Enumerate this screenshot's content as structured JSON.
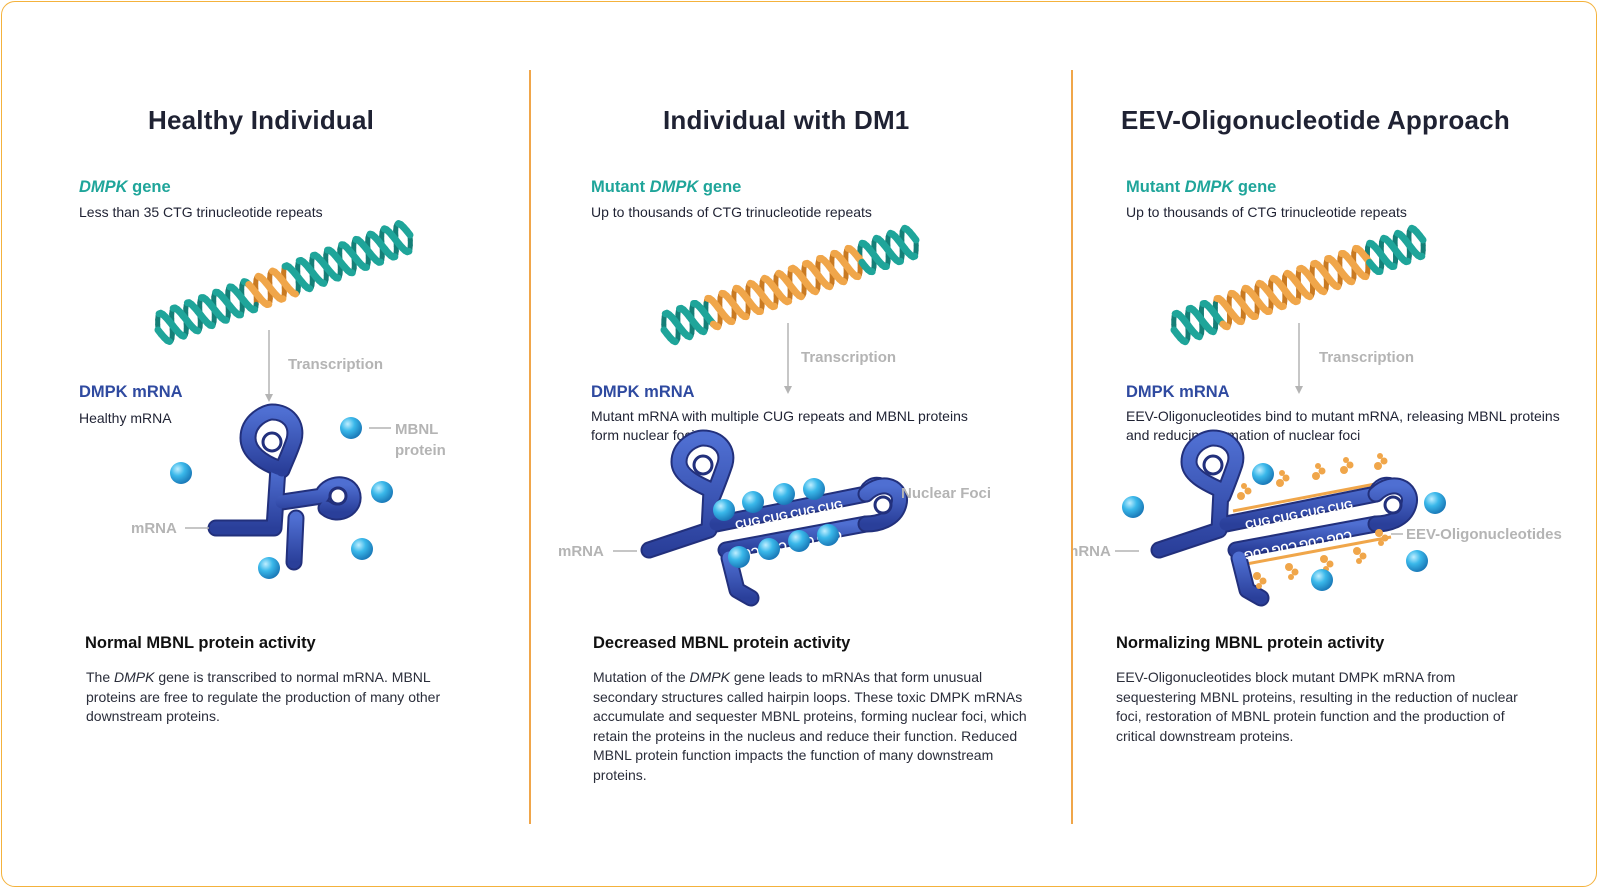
{
  "columns": [
    {
      "title": "Healthy Individual",
      "gene_heading": [
        "",
        "DMPK",
        " gene"
      ],
      "gene_subtext": "Less than 35 CTG trinucleotide repeats",
      "arrow_label": "Transcription",
      "mrna_heading": "DMPK mRNA",
      "mrna_subtext": "Healthy mRNA",
      "labels": {
        "mrna": "mRNA",
        "protein": "MBNL protein"
      },
      "activity_heading": "Normal MBNL protein activity",
      "activity_body": [
        "The ",
        "DMPK",
        " gene is transcribed to normal mRNA. MBNL proteins are free to regulate the production of many other downstream proteins."
      ]
    },
    {
      "title": "Individual with DM1",
      "gene_heading": [
        "Mutant ",
        "DMPK",
        " gene"
      ],
      "gene_subtext": "Up to thousands of CTG trinucleotide repeats",
      "arrow_label": "Transcription",
      "mrna_heading": "DMPK mRNA",
      "mrna_subtext": "Mutant mRNA with multiple CUG repeats and MBNL proteins form nuclear foci",
      "labels": {
        "mrna": "mRNA",
        "foci": "Nuclear Foci",
        "repeat": "CUG"
      },
      "activity_heading": "Decreased MBNL protein activity",
      "activity_body": [
        "Mutation of the ",
        "DMPK",
        " gene leads to mRNAs that form unusual secondary structures called hairpin loops. These toxic DMPK mRNAs accumulate and sequester MBNL proteins, forming nuclear foci, which retain the proteins in the nucleus and reduce their function. Reduced MBNL protein function impacts the function of many downstream proteins."
      ]
    },
    {
      "title": "EEV-Oligonucleotide Approach",
      "gene_heading": [
        "Mutant ",
        "DMPK",
        " gene"
      ],
      "gene_subtext": "Up to thousands of CTG trinucleotide repeats",
      "arrow_label": "Transcription",
      "mrna_heading": "DMPK mRNA",
      "mrna_subtext": "EEV-Oligonucleotides bind to mutant mRNA, releasing MBNL proteins and reducing formation of nuclear foci",
      "labels": {
        "mrna": "mRNA",
        "oligo": "EEV-Oligonucleotides",
        "repeat": "CUG"
      },
      "activity_heading": "Normalizing MBNL protein activity",
      "activity_body": [
        "",
        "",
        "EEV-Oligonucleotides block mutant DMPK mRNA from sequestering MBNL proteins, resulting in the reduction of nuclear foci, restoration of MBNL protein function and the production of critical downstream proteins."
      ]
    }
  ],
  "colors": {
    "teal": "#1fa59a",
    "orange": "#f0a64a",
    "navy": "#2f4aa0",
    "rna": "#3e5bbd",
    "protein": "#2aa3dc",
    "gray": "#b4b4b4"
  }
}
